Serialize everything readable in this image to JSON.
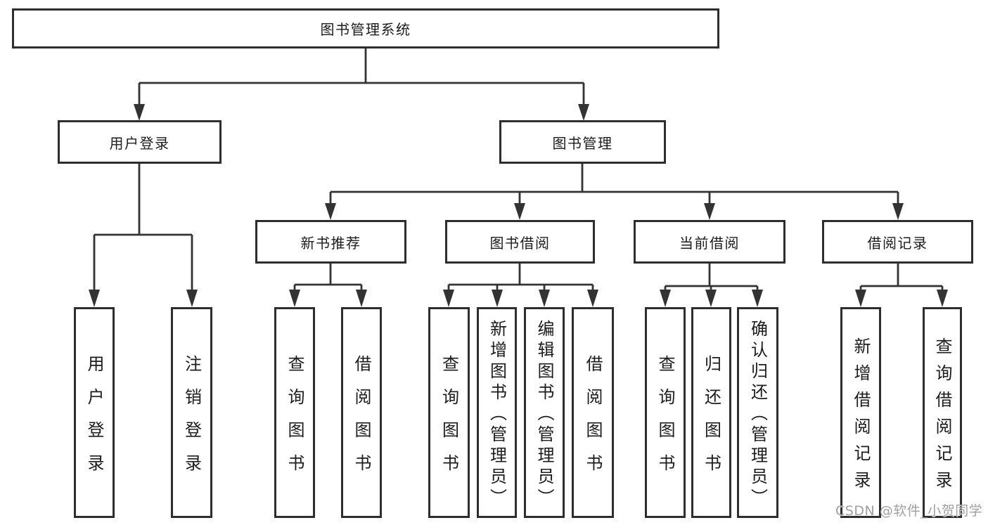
{
  "tree": {
    "label": "图书管理系统",
    "children": [
      {
        "label": "用户登录",
        "children": [
          {
            "label": "用户登录"
          },
          {
            "label": "注销登录"
          }
        ]
      },
      {
        "label": "图书管理",
        "children": [
          {
            "label": "新书推荐",
            "children": [
              {
                "label": "查询图书"
              },
              {
                "label": "借阅图书"
              }
            ]
          },
          {
            "label": "图书借阅",
            "children": [
              {
                "label": "查询图书"
              },
              {
                "label": "新增图书（管理员）"
              },
              {
                "label": "编辑图书（管理员）"
              },
              {
                "label": "借阅图书"
              }
            ]
          },
          {
            "label": "当前借阅",
            "children": [
              {
                "label": "查询图书"
              },
              {
                "label": "归还图书"
              },
              {
                "label": "确认归还（管理员）"
              }
            ]
          },
          {
            "label": "借阅记录",
            "children": [
              {
                "label": "新增借阅记录"
              },
              {
                "label": "查询借阅记录"
              }
            ]
          }
        ]
      }
    ]
  },
  "watermark": {
    "text": "CSDN @软件_小贺同学"
  },
  "colors": {
    "line": "#333333",
    "box_border": "#2e2e2e",
    "text": "#1c1c1c",
    "watermark": "#a0a0a0",
    "background": "#ffffff"
  }
}
